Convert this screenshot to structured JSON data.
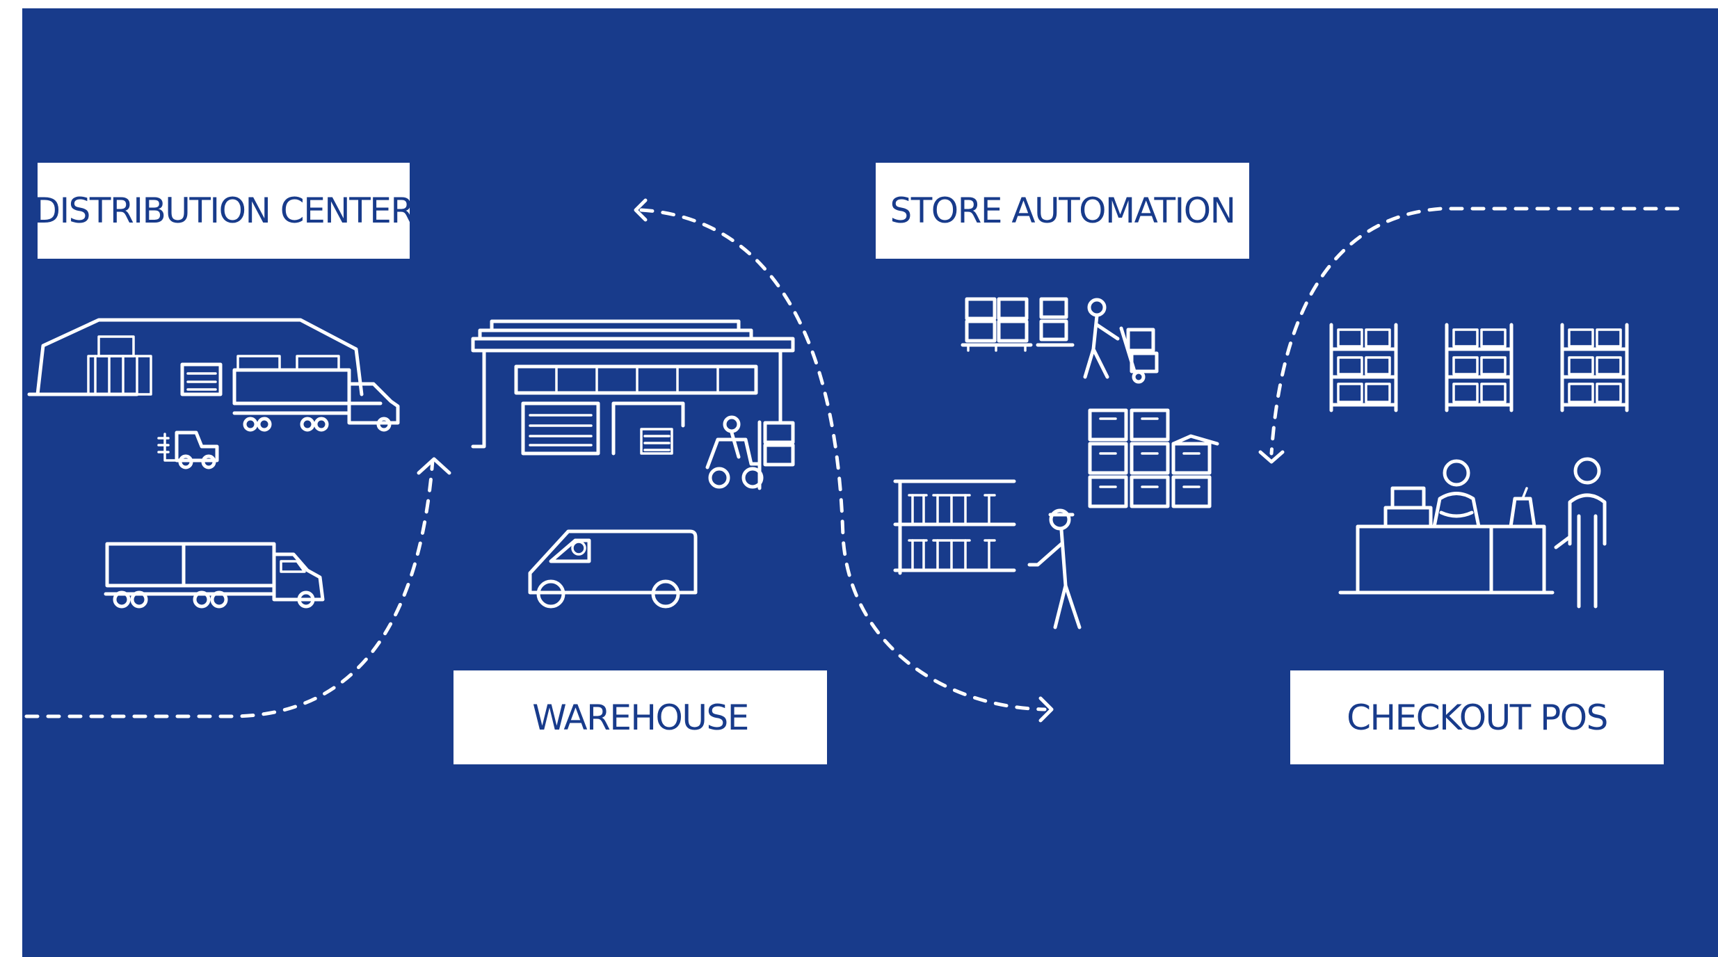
{
  "labels": {
    "distribution_center": "DISTRIBUTION CENTER",
    "store_automation": "STORE AUTOMATION",
    "warehouse": "WAREHOUSE",
    "checkout_pos": "CHECKOUT POS"
  },
  "colors": {
    "background": "#183b8b",
    "label_box": "#ffffff",
    "line_art": "#ffffff"
  },
  "icons": [
    "distribution-building-icon",
    "forklift-icon",
    "semi-truck-icon",
    "warehouse-building-icon",
    "delivery-van-icon",
    "pallets-icon",
    "hand-truck-worker-icon",
    "bottle-shelf-icon",
    "stock-worker-icon",
    "crate-stack-icon",
    "storage-rack-icon",
    "checkout-counter-icon",
    "cashier-icon",
    "customer-icon"
  ]
}
